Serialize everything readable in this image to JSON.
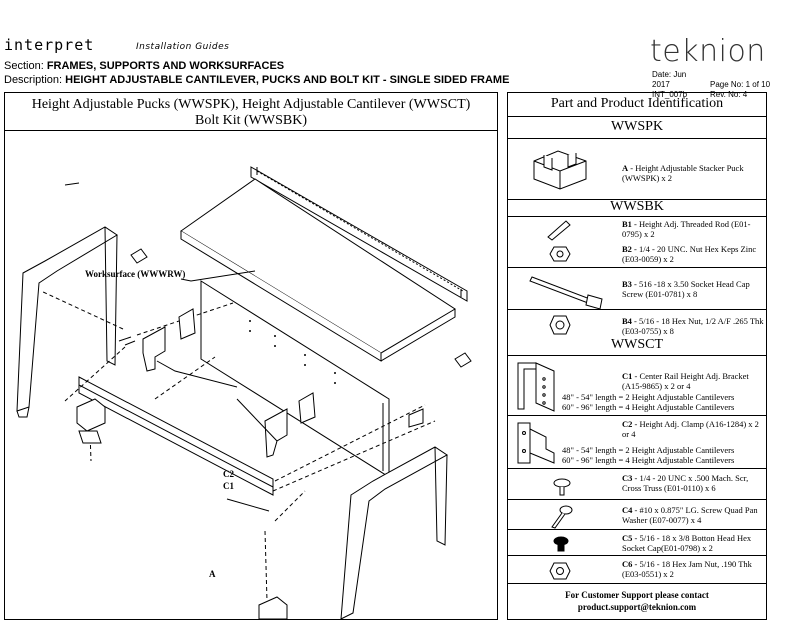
{
  "header": {
    "brand": "interpret",
    "brand_sub": "Installation Guides",
    "section_label": "Section:",
    "section_value": "FRAMES, SUPPORTS AND WORKSURFACES",
    "description_label": "Description:",
    "description_value": "HEIGHT ADJUSTABLE CANTILEVER, PUCKS AND BOLT KIT - SINGLE SIDED FRAME",
    "logo": "teknion",
    "date": "Date: Jun 2017",
    "page": "Page No: 1 of 10",
    "doc_id": "INT_007b",
    "rev": "Rev. No: 4"
  },
  "left_panel": {
    "title_line1": "Height Adjustable Pucks (WWSPK), Height Adjustable Cantilever (WWSCT)",
    "title_line2": "Bolt Kit (WWSBK)",
    "labels": {
      "worksurface": "Worksurface (WWWRW)",
      "c2": "C2",
      "c1": "C1",
      "a": "A"
    }
  },
  "right_panel": {
    "title": "Part and Product Identification",
    "sections": {
      "wwspk": "WWSPK",
      "wwsbk": "WWSBK",
      "wwsct": "WWSCT"
    },
    "parts": {
      "a": {
        "label": "A",
        "text": " - Height Adjustable Stacker Puck (WWSPK) x 2"
      },
      "b1": {
        "label": "B1",
        "text": " - Height Adj. Threaded Rod (E01-0795) x 2"
      },
      "b2": {
        "label": "B2",
        "text": " - 1/4 - 20 UNC. Nut Hex Keps Zinc (E03-0059) x 2"
      },
      "b3": {
        "label": "B3",
        "text": " - 516 -18 x 3.50 Socket Head Cap Screw (E01-0781) x 8"
      },
      "b4": {
        "label": "B4",
        "text": " - 5/16 - 18 Hex Nut, 1/2 A/F .265 Thk (E03-0755) x 8"
      },
      "c1": {
        "label": "C1",
        "text": " - Center Rail Height Adj. Bracket (A15-9865) x 2 or 4"
      },
      "c1_note1": "48\" - 54\" length = 2 Height Adjustable Cantilevers",
      "c1_note2": "60\" - 96\" length = 4 Height Adjustable Cantilevers",
      "c2": {
        "label": "C2",
        "text": " - Height Adj. Clamp (A16-1284) x 2 or 4"
      },
      "c2_note1": "48\" - 54\" length = 2 Height Adjustable Cantilevers",
      "c2_note2": "60\" - 96\" length = 4 Height Adjustable Cantilevers",
      "c3": {
        "label": "C3",
        "text": " - 1/4 - 20 UNC x .500 Mach. Scr, Cross Truss (E01-0110) x 6"
      },
      "c4": {
        "label": "C4",
        "text": " - #10 x 0.875\" LG. Screw Quad Pan Washer (E07-0077) x 4"
      },
      "c5": {
        "label": "C5",
        "text": " - 5/16 - 18 x 3/8 Botton Head Hex Socket Cap(E01-0798) x 2"
      },
      "c6": {
        "label": "C6",
        "text": " - 5/16 - 18 Hex Jam Nut, .190 Thk (E03-0551) x 2"
      }
    },
    "support_line1": "For Customer Support please contact",
    "support_line2": "product.support@teknion.com"
  }
}
